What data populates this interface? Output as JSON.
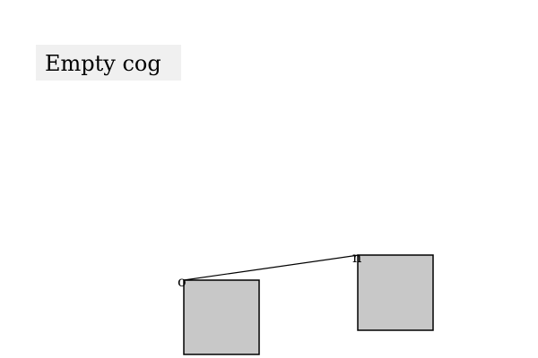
{
  "title": "Empty cog",
  "nodes": [
    {
      "id": "left",
      "port_label": "o"
    },
    {
      "id": "right",
      "port_label": "n"
    }
  ],
  "colors": {
    "node_fill": "#c8c8c8",
    "stroke": "#000000",
    "label_bg": "#f0f0f0"
  }
}
